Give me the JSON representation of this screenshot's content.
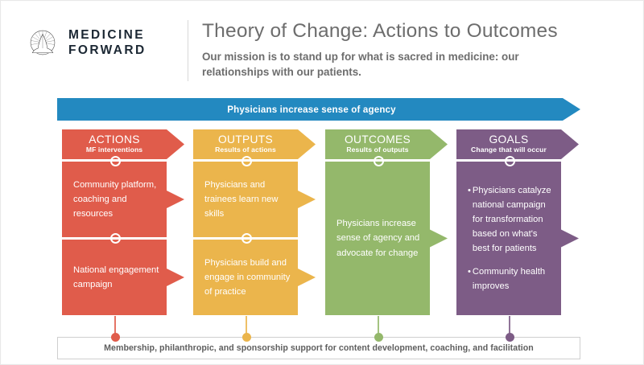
{
  "brand": {
    "logo_icon": "praying-hands-rays-emblem",
    "line1": "MEDICINE",
    "line2": "FORWARD"
  },
  "header": {
    "title": "Theory of Change: Actions to Outcomes",
    "subtitle": "Our mission is to stand up for what is sacred in medicine: our relationships with our patients."
  },
  "banner": {
    "label": "Physicians increase sense of agency",
    "color": "#2389c0"
  },
  "columns": [
    {
      "key": "actions",
      "title": "ACTIONS",
      "subtitle": "MF interventions",
      "color": "#e05c4b",
      "blocks": [
        {
          "text": "Community platform, coaching and resources",
          "height": 94
        },
        {
          "text": "National engagement campaign",
          "height": 94
        }
      ]
    },
    {
      "key": "outputs",
      "title": "OUTPUTS",
      "subtitle": "Results of actions",
      "color": "#ebb54c",
      "blocks": [
        {
          "text": "Physicians and trainees learn new skills",
          "height": 94
        },
        {
          "text": "Physicians build and engage in community of practice",
          "height": 94
        }
      ]
    },
    {
      "key": "outcomes",
      "title": "OUTCOMES",
      "subtitle": "Results of outputs",
      "color": "#94b86b",
      "blocks": [
        {
          "text": "Physicians increase sense of agency and advocate for change",
          "height": 191
        }
      ]
    },
    {
      "key": "goals",
      "title": "GOALS",
      "subtitle": "Change that will occur",
      "color": "#7d5c86",
      "bullets": [
        "Physicians catalyze national campaign for transformation based on what's best for patients",
        "Community health improves"
      ],
      "blocks": [
        {
          "text": "",
          "height": 191
        }
      ]
    }
  ],
  "footer": {
    "label": "Membership, philanthropic, and sponsorship support for content development, coaching, and facilitation",
    "dot_colors": [
      "#e05c4b",
      "#ebb54c",
      "#94b86b",
      "#7d5c86"
    ]
  }
}
